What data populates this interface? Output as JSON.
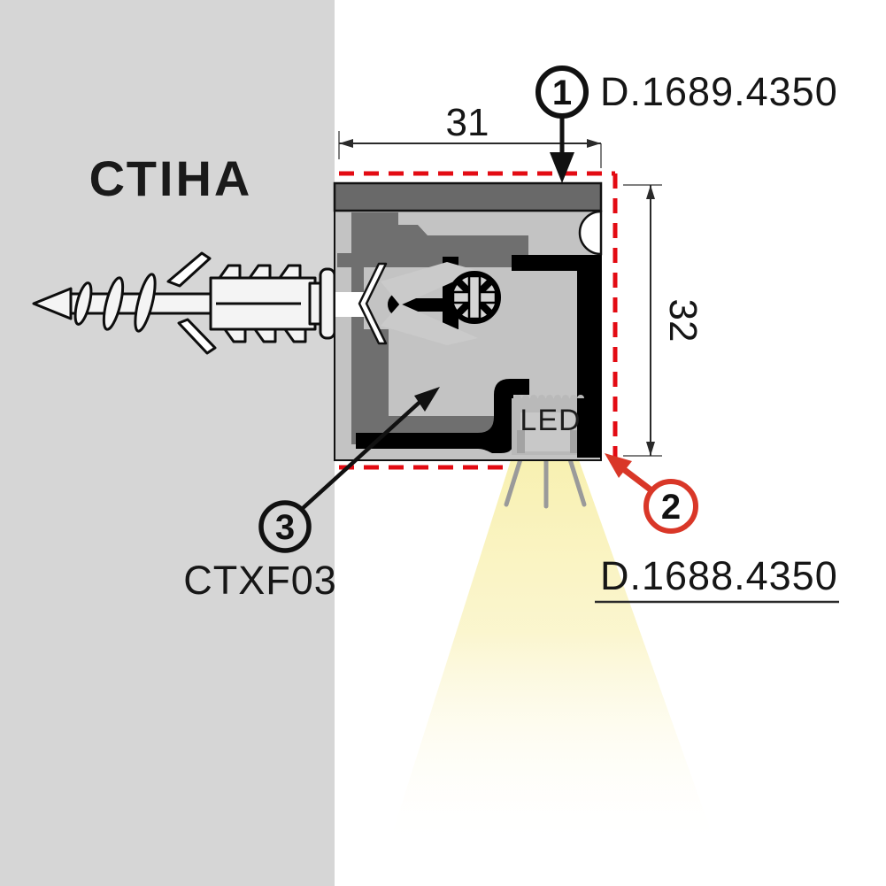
{
  "drawing": {
    "wall_label": "СТІНА",
    "dim_width": "31",
    "dim_height": "32",
    "led_label": "LED",
    "callout1": {
      "number": "1",
      "label": "D.1689.4350"
    },
    "callout2": {
      "number": "2",
      "label": "D.1688.4350"
    },
    "callout3": {
      "number": "3",
      "label": "CTXF03"
    },
    "colors": {
      "callout_red": "#d93728",
      "dash_red": "#e30b13",
      "beam_yellow": "#f8f0b2",
      "wall_gray": "#d6d6d6",
      "profile_dark_gray": "#696969",
      "profile_light_gray": "#c3c3c3",
      "outline_black": "#000000"
    }
  }
}
